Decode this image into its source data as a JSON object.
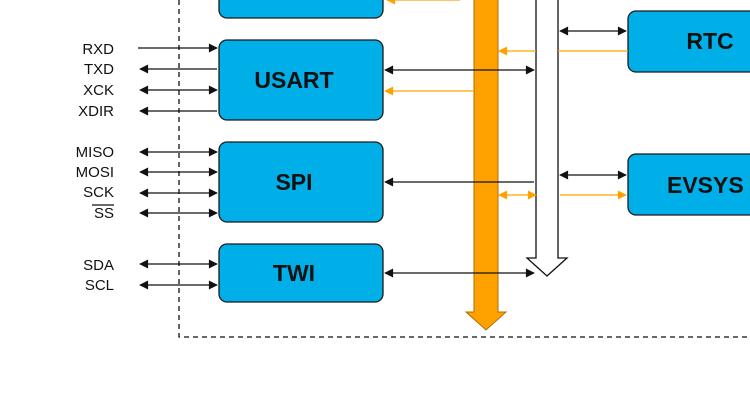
{
  "blocks": {
    "usart": "USART",
    "spi": "SPI",
    "twi": "TWI",
    "rtc": "RTC",
    "evsys": "EVSYS"
  },
  "signals": {
    "usart": [
      "RXD",
      "TXD",
      "XCK",
      "XDIR"
    ],
    "spi": [
      "MISO",
      "MOSI",
      "SCK",
      "SS"
    ],
    "twi": [
      "SDA",
      "SCL"
    ]
  },
  "colors": {
    "block_fill": "#00aee8",
    "data_bus": "#ffa200",
    "address_bus": "#ffffff",
    "wire": "#111111"
  }
}
